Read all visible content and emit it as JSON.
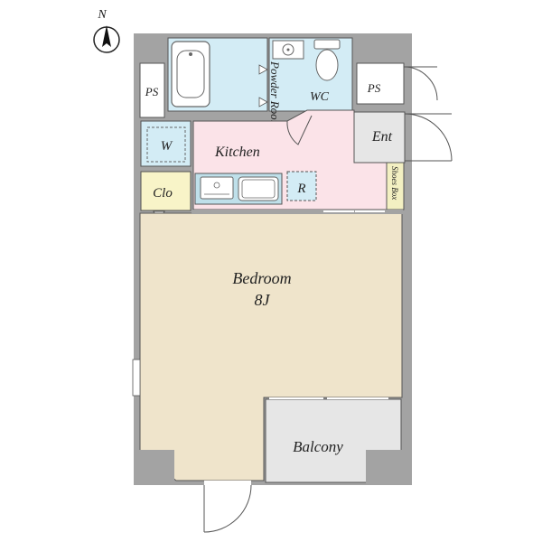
{
  "compass": {
    "label": "N"
  },
  "rooms": {
    "ps_left": "PS",
    "ps_right": "PS",
    "powder_room": "Powder Room",
    "wc": "WC",
    "washer": "W",
    "kitchen": "Kitchen",
    "entrance": "Ent",
    "shoes_box": "Shoes Box",
    "closet": "Clo",
    "refrigerator": "R",
    "bedroom": "Bedroom",
    "bedroom_size": "8J",
    "balcony": "Balcony"
  },
  "colors": {
    "wall": "#a3a3a3",
    "bathroom": "#d3ecf5",
    "kitchen": "#fbe3e8",
    "bedroom": "#efe4cb",
    "closet": "#f8f4c8",
    "balcony": "#e6e6e6",
    "entrance": "#e6e6e6",
    "shoes_box": "#f3f0c2",
    "sink_counter": "#bfe0ea"
  }
}
